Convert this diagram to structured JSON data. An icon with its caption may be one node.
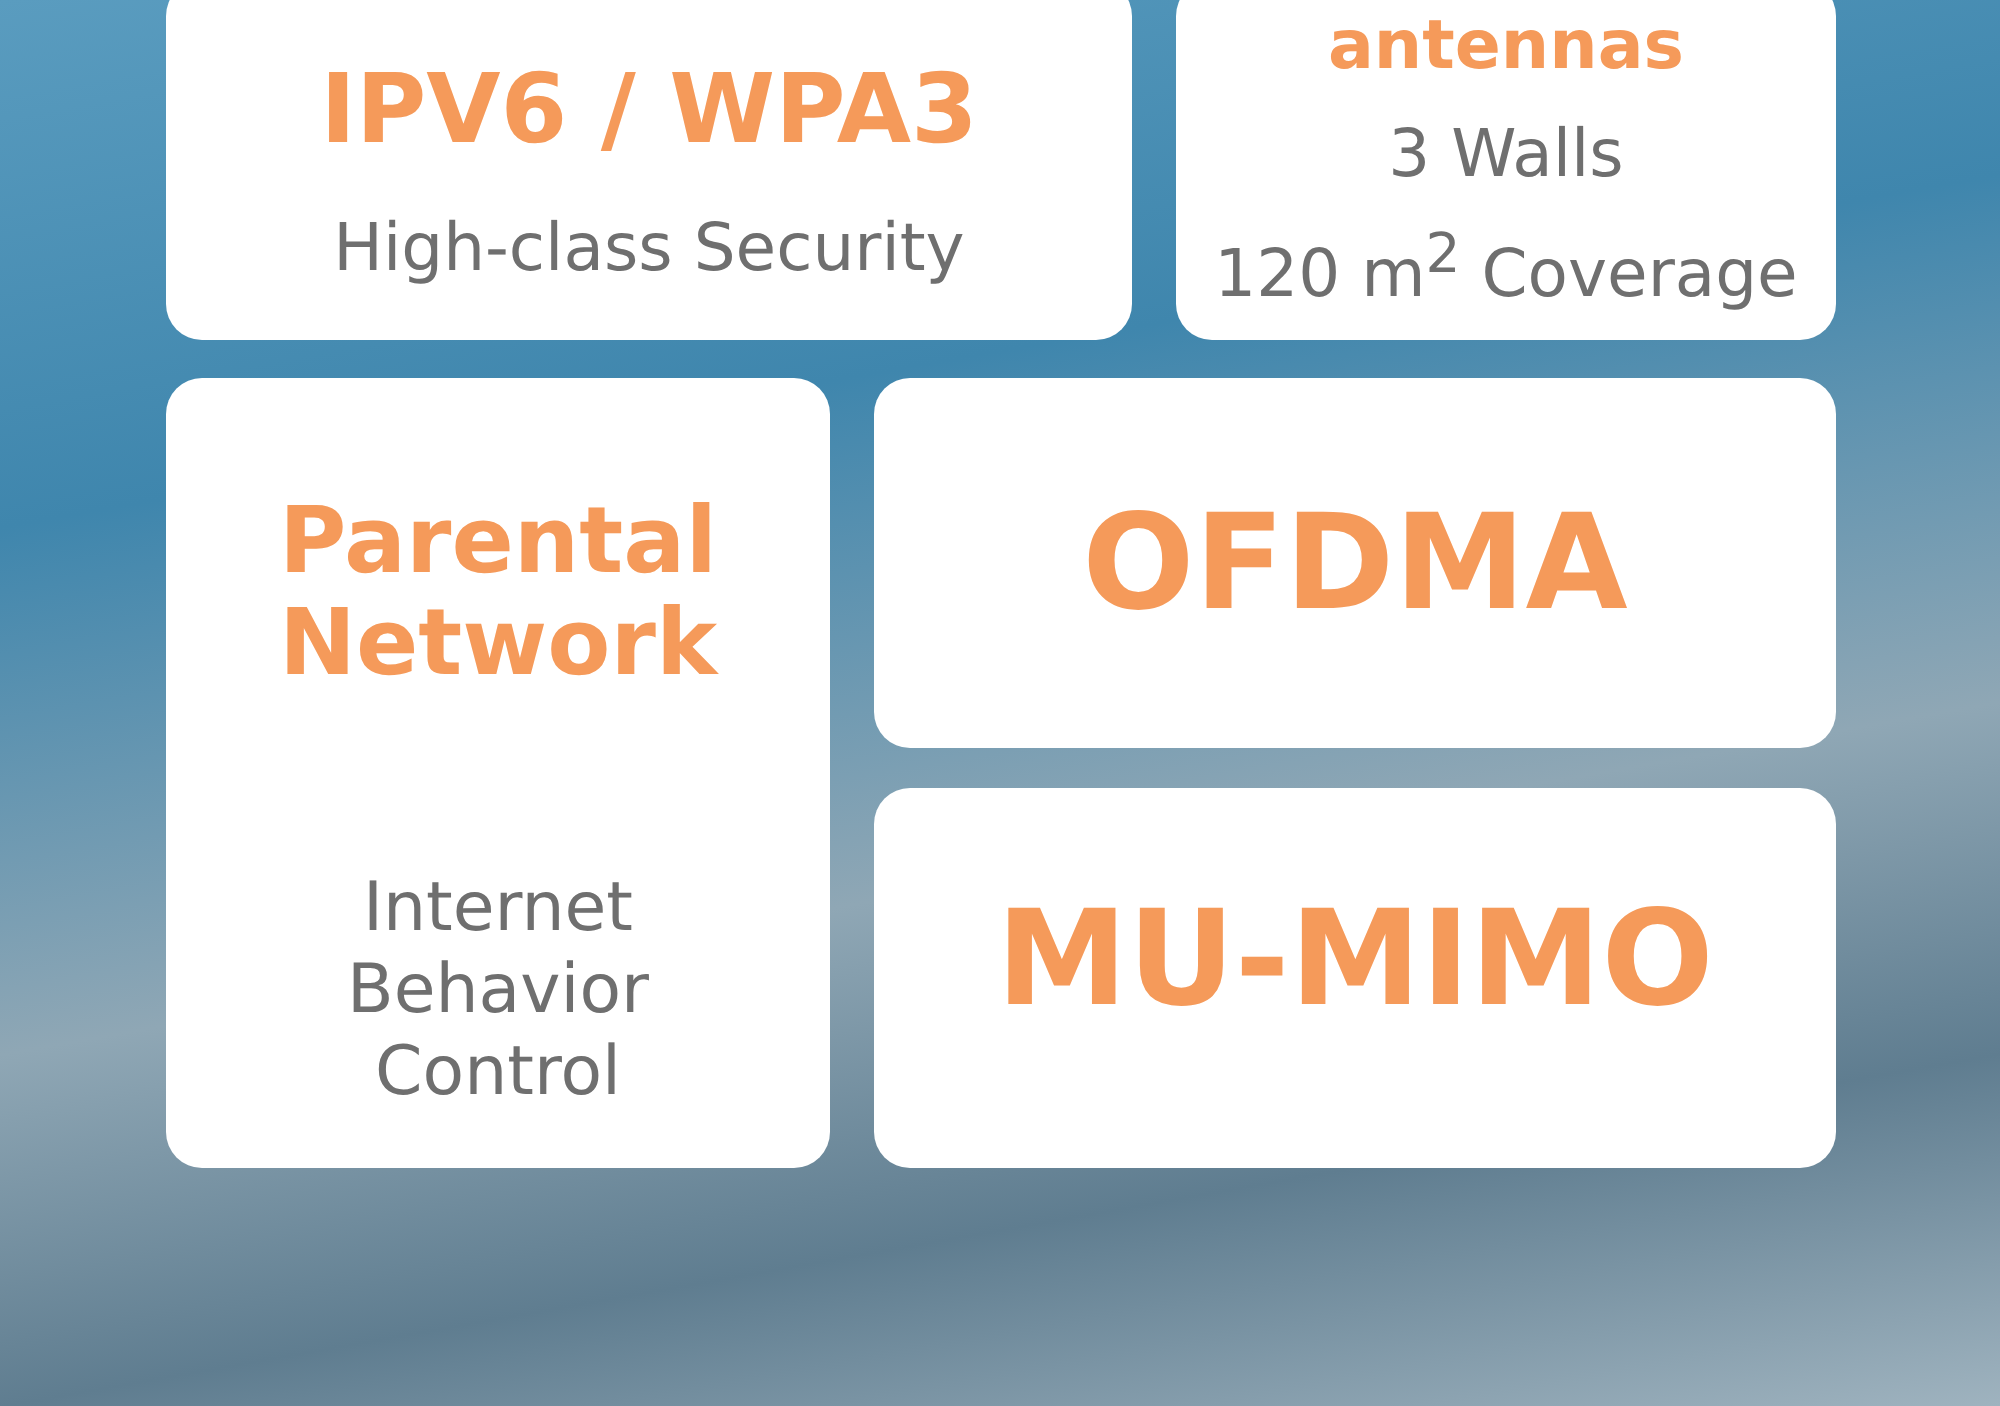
{
  "diagram": {
    "nodes": [
      {
        "text": [
          "IPV6 / WPA3",
          "High-class Security"
        ]
      },
      {
        "text": [
          "antennas",
          "3 Walls",
          "120 m$^{2}$ Coverage"
        ]
      },
      {
        "text": [
          "Parental Network",
          "Internet Behavior Control"
        ]
      },
      {
        "text": [
          "OFDMA"
        ]
      },
      {
        "text": [
          "MU-MIMO"
        ]
      }
    ]
  }
}
